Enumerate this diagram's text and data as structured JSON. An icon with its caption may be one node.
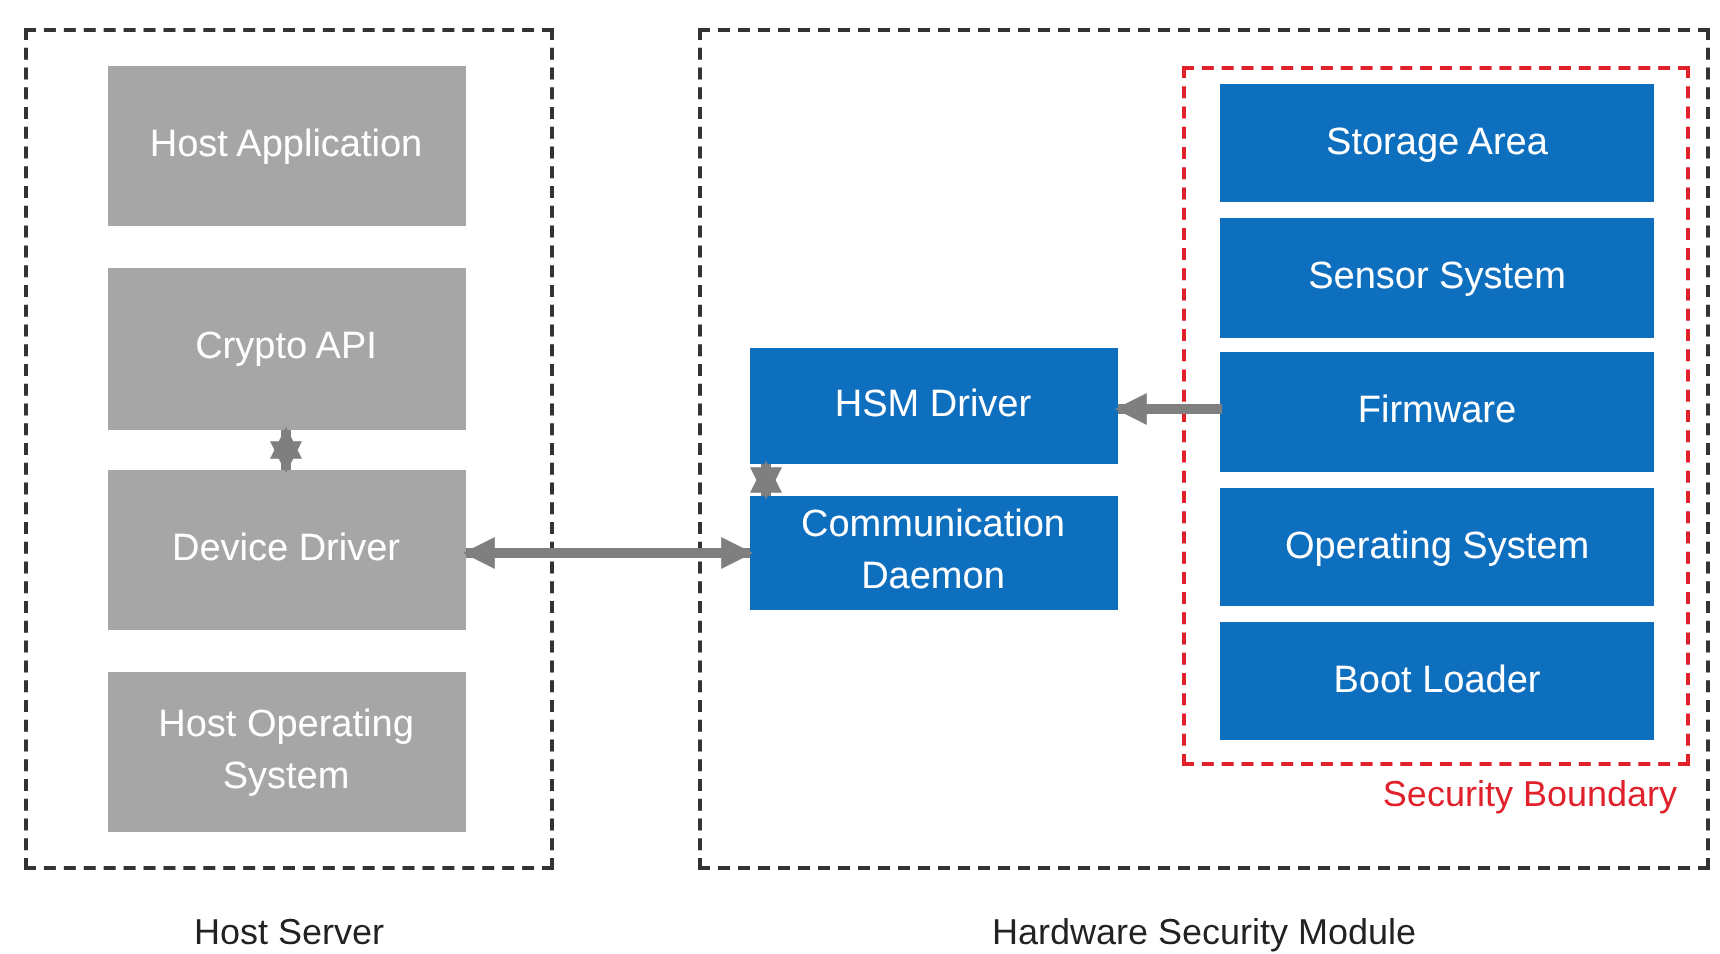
{
  "diagram": {
    "nodes": [
      {
        "text": [
          "Host Server"
        ]
      },
      {
        "text": [
          "Host Application"
        ],
        "in": 0
      },
      {
        "text": [
          "Crypto API"
        ],
        "in": 0
      },
      {
        "text": [
          "Device Driver"
        ],
        "in": 0
      },
      {
        "text": [
          "Host Operating System"
        ],
        "in": 0
      },
      {
        "text": [
          "Hardware Security Module"
        ]
      },
      {
        "text": [
          "HSM Driver"
        ],
        "in": 5
      },
      {
        "text": [
          "Communication Daemon"
        ],
        "in": 5
      },
      {
        "text": [
          "Security Boundary"
        ],
        "in": 5
      },
      {
        "text": [
          "Storage Area"
        ],
        "in": 8
      },
      {
        "text": [
          "Sensor System"
        ],
        "in": 8
      },
      {
        "text": [
          "Firmware"
        ],
        "in": 8
      },
      {
        "text": [
          "Operating System"
        ],
        "in": 8
      },
      {
        "text": [
          "Boot Loader"
        ],
        "in": 8
      }
    ],
    "edges": [
      {
        "from": 2,
        "to": 3,
        "arrow": "both"
      },
      {
        "from": 3,
        "to": 7,
        "arrow": "both"
      },
      {
        "from": 6,
        "to": 7,
        "arrow": "both"
      },
      {
        "from": 11,
        "to": 6,
        "arrow": "to"
      }
    ]
  }
}
